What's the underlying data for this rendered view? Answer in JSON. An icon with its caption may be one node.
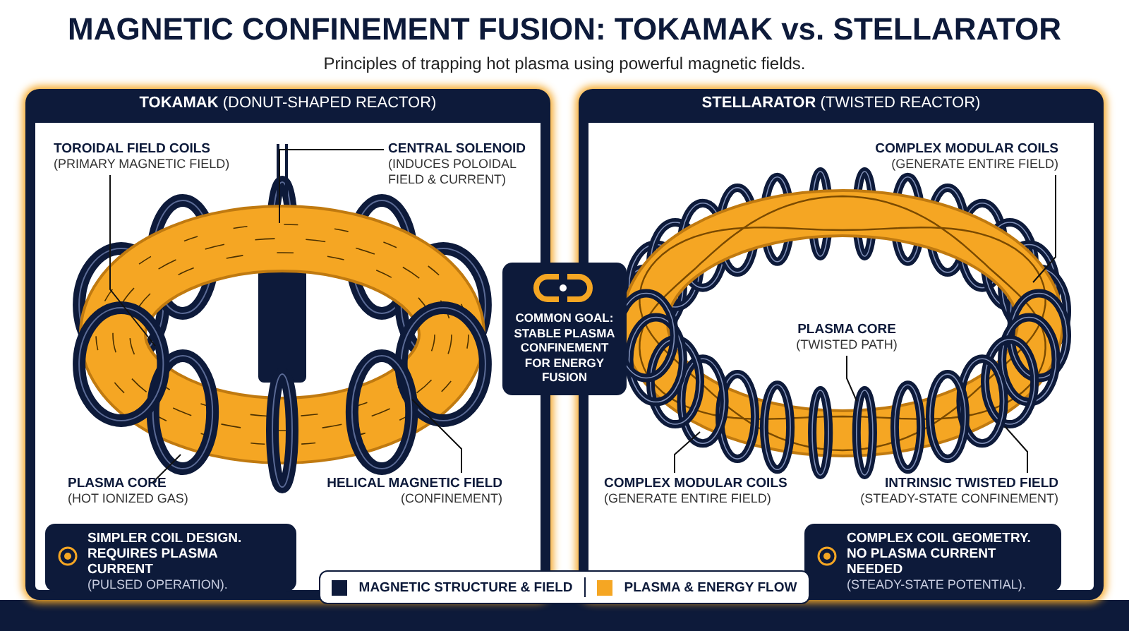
{
  "diagram": {
    "title": "MAGNETIC CONFINEMENT FUSION: TOKAMAK vs. STELLARATOR",
    "nodes": [
      {
        "text": [
          "**TOKAMAK** (DONUT-SHAPED REACTOR)"
        ]
      },
      {
        "text": [
          "TOROIDAL FIELD COILS",
          "(PRIMARY MAGNETIC FIELD)"
        ],
        "in": 0
      },
      {
        "text": [
          "CENTRAL SOLENOID",
          "(INDUCES POLOIDAL FIELD & CURRENT)"
        ],
        "in": 0
      },
      {
        "text": [
          "PLASMA CORE",
          "(HOT IONIZED GAS)"
        ],
        "in": 0
      },
      {
        "text": [
          "HELICAL MAGNETIC FIELD",
          "(CONFINEMENT)"
        ],
        "in": 0
      },
      {
        "text": [
          "SIMPLER COIL DESIGN. REQUIRES PLASMA CURRENT",
          "(PULSED OPERATION)."
        ],
        "in": 0
      },
      {
        "text": [
          "COMMON GOAL: STABLE PLASMA CONFINEMENT FOR ENERGY FUSION"
        ]
      },
      {
        "text": [
          "**STELLARATOR** (TWISTED REACTOR)"
        ]
      },
      {
        "text": [
          "COMPLEX MODULAR COILS",
          "(GENERATE ENTIRE FIELD)"
        ],
        "in": 7
      },
      {
        "text": [
          "PLASMA CORE",
          "(TWISTED PATH)"
        ],
        "in": 7
      },
      {
        "text": [
          "COMPLEX MODULAR COILS",
          "(GENERATE ENTIRE FIELD)"
        ],
        "in": 7
      },
      {
        "text": [
          "INTRINSIC TWISTED FIELD",
          "(STEADY-STATE CONFINEMENT)"
        ],
        "in": 7
      },
      {
        "text": [
          "COMPLEX COIL GEOMETRY. NO PLASMA CURRENT NEEDED",
          "(STEADY-STATE POTENTIAL)."
        ],
        "in": 7
      }
    ],
    "edges": [
      {
        "from": 1,
        "to": null,
        "arrow": "none"
      },
      {
        "from": 2,
        "to": null,
        "arrow": "none"
      },
      {
        "from": 3,
        "to": null,
        "arrow": "none"
      },
      {
        "from": 4,
        "to": null,
        "arrow": "none"
      },
      {
        "from": 8,
        "to": null,
        "arrow": "none"
      },
      {
        "from": 9,
        "to": null,
        "arrow": "none"
      },
      {
        "from": 10,
        "to": null,
        "arrow": "none"
      },
      {
        "from": 11,
        "to": null,
        "arrow": "none"
      }
    ],
    "labels": [
      "Principles of trapping hot plasma using powerful magnetic fields."
    ],
    "legend": [
      {
        "text": "MAGNETIC STRUCTURE & FIELD",
        "color": "#0d1a3a"
      },
      {
        "text": "PLASMA & ENERGY FLOW",
        "color": "#f5a623"
      }
    ]
  }
}
